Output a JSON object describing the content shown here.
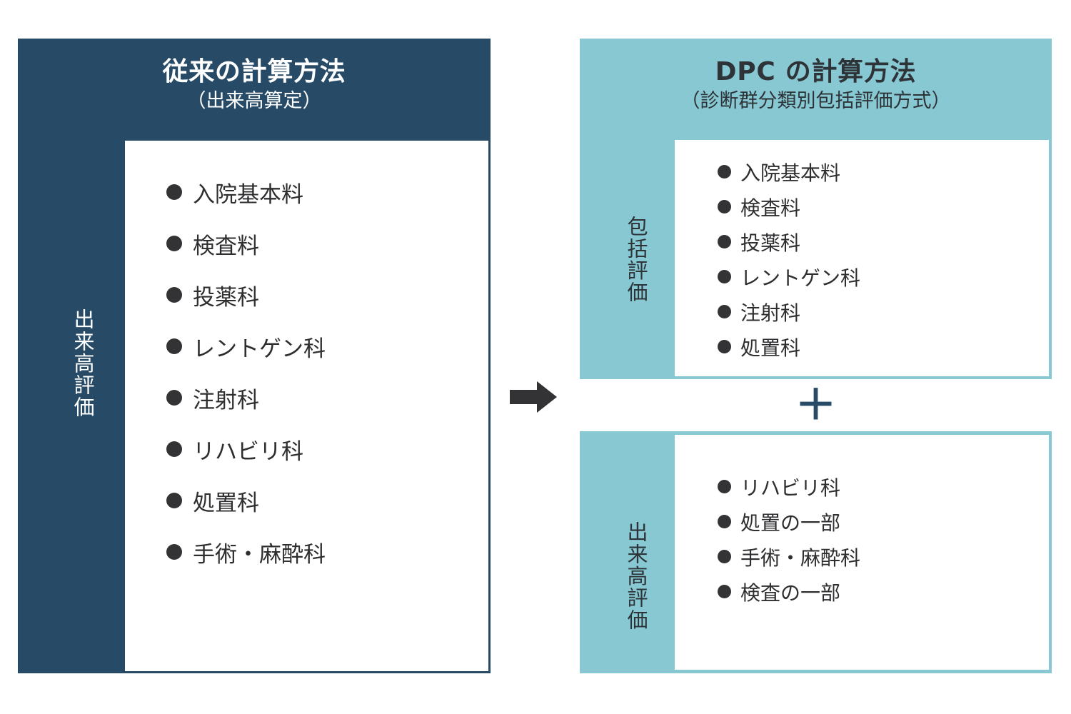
{
  "diagram": {
    "colors": {
      "navy": "#274A66",
      "teal": "#87C8D2",
      "text_dark": "#2E3338",
      "bullet": "#333335",
      "white": "#FFFFFF"
    },
    "left_panel": {
      "title_main": "従来の計算方法",
      "title_sub": "（出来高算定）",
      "vertical_label": "出来高評価",
      "items": [
        "入院基本料",
        "検査料",
        "投薬科",
        "レントゲン科",
        "注射科",
        "リハビリ科",
        "処置科",
        "手術・麻酔科"
      ]
    },
    "connector": {
      "arrow_icon": "arrow-right-icon",
      "plus_symbol": "＋"
    },
    "right_panel": {
      "title_main": "DPC の計算方法",
      "title_sub": "（診断群分類別包括評価方式）",
      "top_box": {
        "vertical_label": "包括評価",
        "items": [
          "入院基本料",
          "検査料",
          "投薬科",
          "レントゲン科",
          "注射科",
          "処置科"
        ]
      },
      "bottom_box": {
        "vertical_label": "出来高評価",
        "items": [
          "リハビリ科",
          "処置の一部",
          "手術・麻酔科",
          "検査の一部"
        ]
      }
    }
  }
}
